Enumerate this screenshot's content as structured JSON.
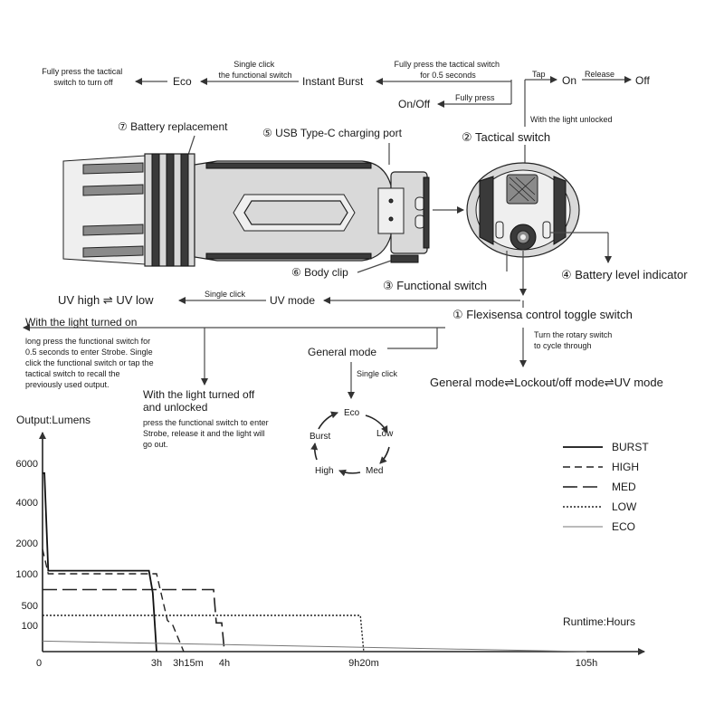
{
  "flow": {
    "fully_press_turn_off": [
      "Fully press the tactical",
      "switch to turn off"
    ],
    "eco": "Eco",
    "single_click_functional": [
      "Single click",
      "the functional switch"
    ],
    "instant_burst": "Instant Burst",
    "fully_press_half_sec": [
      "Fully press the tactical switch",
      "for 0.5 seconds"
    ],
    "tap": "Tap",
    "on": "On",
    "release": "Release",
    "off": "Off",
    "fully_press": "Fully press",
    "on_off": "On/Off",
    "with_light_unlocked": "With the light unlocked",
    "battery_replacement": "⑦ Battery replacement",
    "usb_port": "⑤ USB Type-C charging port",
    "tactical_switch": "② Tactical switch",
    "battery_level": "④ Battery level indicator",
    "body_clip": "⑥ Body clip",
    "functional_switch": "③ Functional switch",
    "uv_high_low": "UV high ⇌ UV low",
    "uv_single_click": "Single click",
    "uv_mode": "UV mode",
    "flexisensa": "① Flexisensa control toggle switch",
    "light_on_title": "With the light turned on",
    "light_on_text": [
      "long press the functional switch for",
      "0.5 seconds to enter Strobe. Single",
      "click the functional switch or tap the",
      "tactical switch to recall the",
      "previously used output."
    ],
    "general_mode": "General mode",
    "general_single_click": "Single click",
    "rotary": [
      "Turn the rotary switch",
      "to cycle through"
    ],
    "mode_cycle_line": "General mode⇌Lockout/off mode⇌UV mode",
    "light_off_title": [
      "With the light turned off",
      "and unlocked"
    ],
    "light_off_text": [
      "press the functional switch to enter",
      "Strobe, release it and the light will",
      "go out."
    ],
    "cycle": [
      "Eco",
      "Low",
      "Med",
      "High",
      "Burst"
    ]
  },
  "chart_data": {
    "type": "line",
    "ylabel": "Output:Lumens",
    "xlabel": "Runtime:Hours",
    "y_ticks": [
      "6000",
      "4000",
      "2000",
      "1000",
      "500",
      "100"
    ],
    "x_ticks": [
      "0",
      "3h",
      "3h15m",
      "4h",
      "9h20m",
      "105h"
    ],
    "x_scale": "nonlinear",
    "y_scale": "nonlinear",
    "legend_position": "right",
    "series": [
      {
        "name": "BURST",
        "style": "solid",
        "x": [
          0,
          0.05,
          0.15,
          2.8,
          2.9,
          3.0
        ],
        "y": [
          5500,
          5500,
          1100,
          1100,
          700,
          0
        ]
      },
      {
        "name": "HIGH",
        "style": "dashed",
        "x": [
          0,
          0.15,
          3.0,
          3.1,
          3.15,
          3.25
        ],
        "y": [
          1800,
          1000,
          1000,
          200,
          100,
          0
        ]
      },
      {
        "name": "MED",
        "style": "long-dash",
        "x": [
          0,
          3.8,
          3.85,
          3.95,
          4.0
        ],
        "y": [
          750,
          750,
          150,
          150,
          0
        ]
      },
      {
        "name": "LOW",
        "style": "dotted",
        "x": [
          0,
          9.2,
          9.33
        ],
        "y": [
          300,
          300,
          0
        ]
      },
      {
        "name": "ECO",
        "style": "thin-solid",
        "x": [
          0,
          105
        ],
        "y": [
          40,
          0
        ]
      }
    ]
  }
}
